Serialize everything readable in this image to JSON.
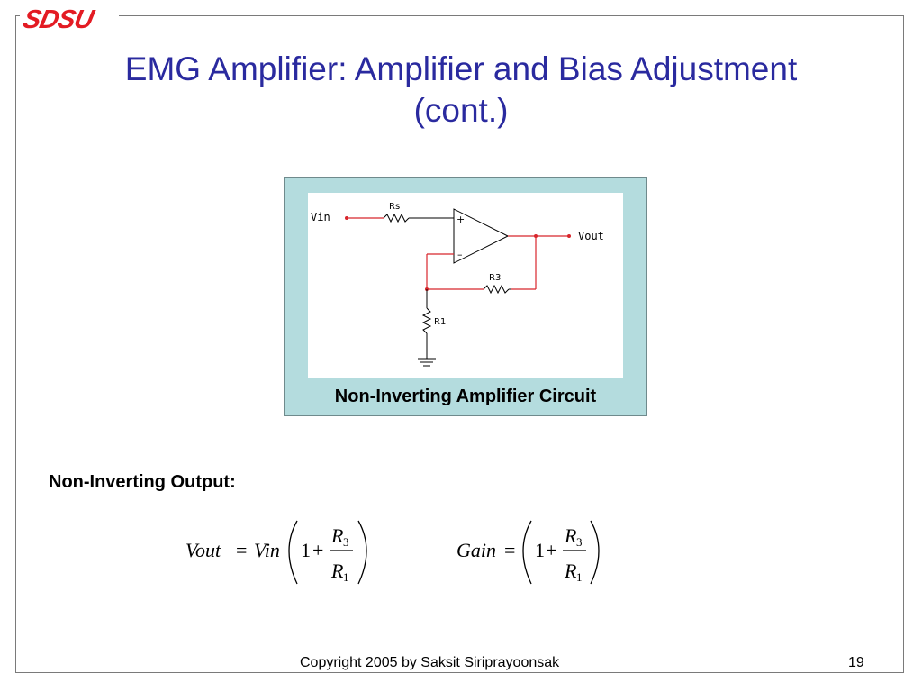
{
  "logo": {
    "text": "SDSU"
  },
  "slide": {
    "title_line1": "EMG Amplifier: Amplifier and Bias Adjustment",
    "title_line2": "(cont.)",
    "section_label": "Non-Inverting Output:"
  },
  "circuit": {
    "caption": "Non-Inverting Amplifier Circuit",
    "labels": {
      "vin": "Vin",
      "vout": "Vout",
      "rs": "Rs",
      "r3": "R3",
      "r1": "R1",
      "plus": "+",
      "minus": "–"
    }
  },
  "formula1": {
    "lhs": "Vout",
    "eq": "=",
    "rhs_var": "Vin",
    "one": "1",
    "plus": "+",
    "num": "R",
    "num_sub": "3",
    "den": "R",
    "den_sub": "1"
  },
  "formula2": {
    "lhs": "Gain",
    "eq": "=",
    "one": "1",
    "plus": "+",
    "num": "R",
    "num_sub": "3",
    "den": "R",
    "den_sub": "1"
  },
  "footer": {
    "copyright": "Copyright 2005 by Saksit Siriprayoonsak",
    "page_number": "19"
  },
  "colors": {
    "title": "#2a2a9f",
    "logo": "#e31b23",
    "circuit_bg": "#b4dcde",
    "wire_red": "#d8262c"
  }
}
